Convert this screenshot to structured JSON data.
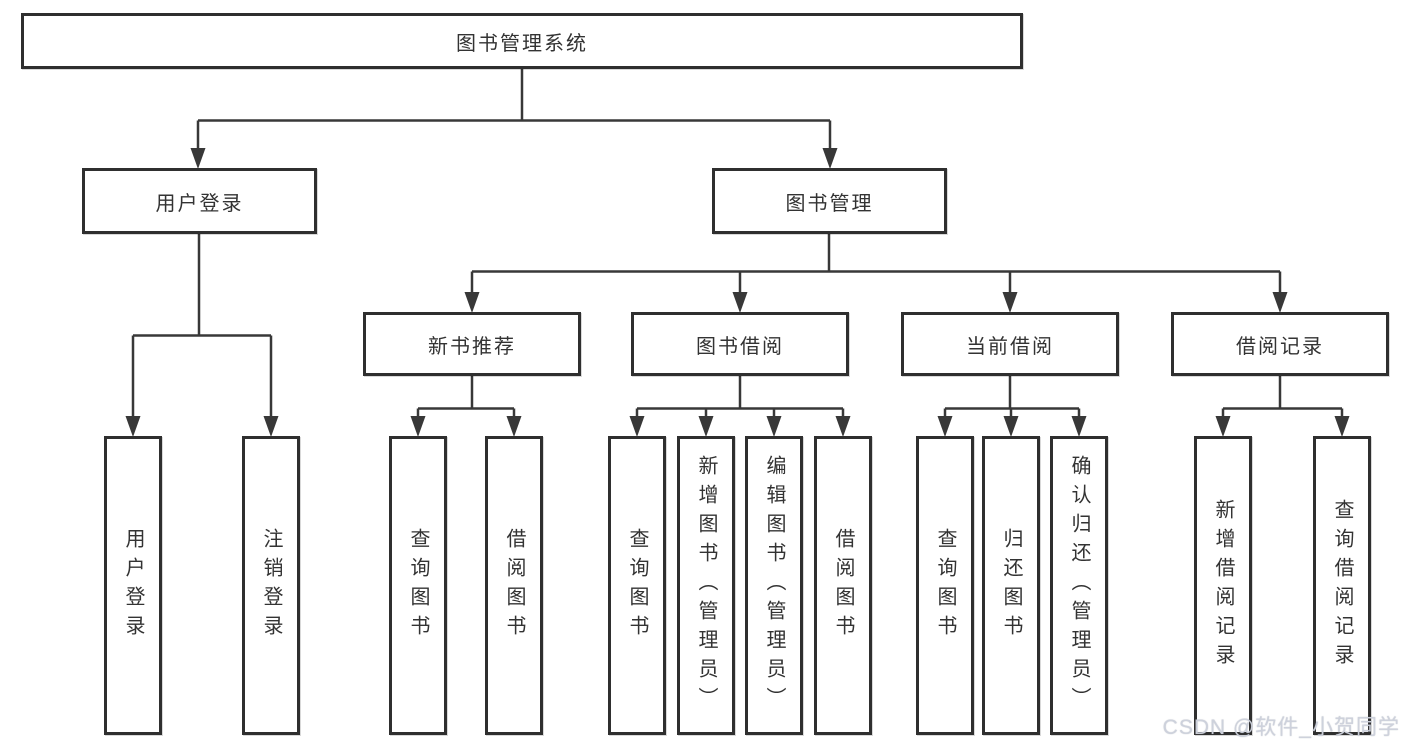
{
  "tree": {
    "root": {
      "label": "图书管理系统"
    },
    "branches": [
      {
        "label": "用户登录",
        "children": [
          {
            "label": "用户登录"
          },
          {
            "label": "注销登录"
          }
        ]
      },
      {
        "label": "图书管理",
        "children": [
          {
            "label": "新书推荐",
            "children": [
              {
                "label": "查询图书"
              },
              {
                "label": "借阅图书"
              }
            ]
          },
          {
            "label": "图书借阅",
            "children": [
              {
                "label": "查询图书"
              },
              {
                "label": "新增图书（管理员）"
              },
              {
                "label": "编辑图书（管理员）"
              },
              {
                "label": "借阅图书"
              }
            ]
          },
          {
            "label": "当前借阅",
            "children": [
              {
                "label": "查询图书"
              },
              {
                "label": "归还图书"
              },
              {
                "label": "确认归还（管理员）"
              }
            ]
          },
          {
            "label": "借阅记录",
            "children": [
              {
                "label": "新增借阅记录"
              },
              {
                "label": "查询借阅记录"
              }
            ]
          }
        ]
      }
    ]
  },
  "watermark": "CSDN @软件_小贺同学",
  "colors": {
    "line": "#383838",
    "box_border": "#2f2f2f",
    "box_fill": "#ffffff",
    "text": "#333333",
    "watermark": "#ced2dc",
    "background": "#ffffff"
  }
}
